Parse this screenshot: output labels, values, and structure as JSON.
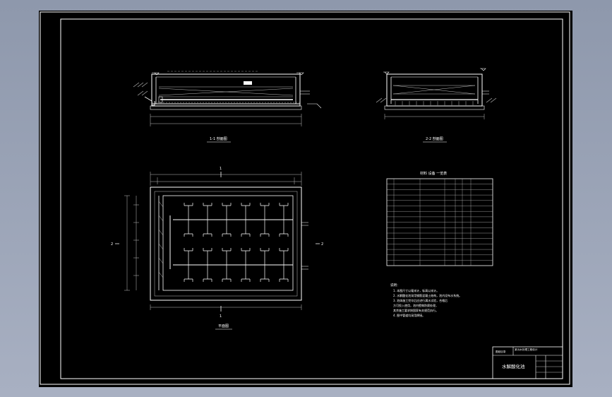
{
  "colors": {
    "background": "#000000",
    "lines": "#ffffff",
    "canvas_bg": "#9aa3b6"
  },
  "views": {
    "section_1": {
      "title": "1-1 剖面图"
    },
    "section_2": {
      "title": "2-2 剖面图"
    },
    "plan": {
      "title": "平面图",
      "cut_mark_top": "1",
      "cut_mark_bottom": "1",
      "side_mark_left": "2",
      "side_mark_right": "2"
    }
  },
  "table": {
    "title": "材料 设备 一览表"
  },
  "notes": {
    "heading": "说明：",
    "items": [
      "1. 本图尺寸以毫米计，标高以米计。",
      "2. 水解酸化池采用钢筋混凝土结构，池内设布水系统。",
      "3. 池体施工完毕后应进行满水试验，合格后",
      "   方可投入使用，池内壁做防腐处理，",
      "   其余施工要求按国家有关规范执行。",
      "4. 图中管道均采用焊接。"
    ]
  },
  "title_block": {
    "company": "某污水处理工程设计",
    "drawing_title": "水解酸化池",
    "stamp": "图纸目录"
  }
}
